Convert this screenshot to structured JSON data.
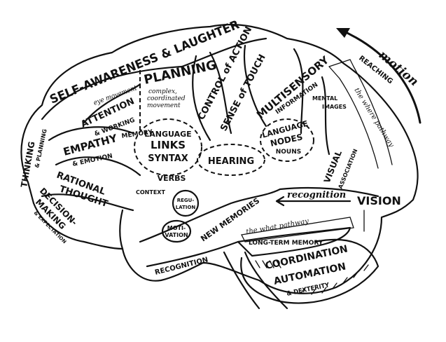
{
  "labels": {
    "self_awareness": "SELF-AWARENESS & LAUGHTER",
    "eye_movement": "eye movement",
    "planning": "PLANNING",
    "planning_sub1": "complex,",
    "planning_sub2": "coordinated",
    "planning_sub3": "movement",
    "attention": "ATTENTION",
    "working": "& WORKING",
    "memory": "MEMORY",
    "control_of_action": "CONTROL of ACTION",
    "sense_of_touch": "SENSE of TOUCH",
    "multisensory": "MULTISENSORY",
    "information": "INFORMATION",
    "mental": "MENTAL",
    "images": "IMAGES",
    "motion": "motion",
    "reaching": "REACHING",
    "where_pathway": "the where pathway",
    "thinking": "THINKING",
    "and_planning": "& PLANNING",
    "empathy": "EMPATHY",
    "emotion": "& EMOTION",
    "rational": "RATIONAL",
    "thought": "THOUGHT",
    "decision": "DECISION-",
    "making": "MAKING",
    "expectation": "& EXPECTATION",
    "language1": "LANGUAGE",
    "links": "LINKS",
    "syntax": "SYNTAX",
    "verbs": "VERBS",
    "context": "CONTEXT",
    "hearing": "HEARING",
    "language2": "LANGUAGE",
    "nodes": "NODES",
    "nouns": "NOUNS",
    "visual": "VISUAL",
    "association": "ASSOCIATION",
    "vision": "VISION",
    "recognition_small": "recognition",
    "regu": "REGU-",
    "lation": "LATION",
    "moti": "MOTI-",
    "vation": "VATION",
    "new_memories": "NEW MEMORIES",
    "what_pathway": "the what pathway",
    "long_term_memory": "LONG-TERM MEMORY",
    "recognition": "RECOGNITION",
    "coordination": "COORDINATION",
    "automation": "AUTOMATION",
    "dexterity": "& DEXTERITY"
  },
  "colors": {
    "ink": "#111111",
    "paper": "#ffffff"
  }
}
